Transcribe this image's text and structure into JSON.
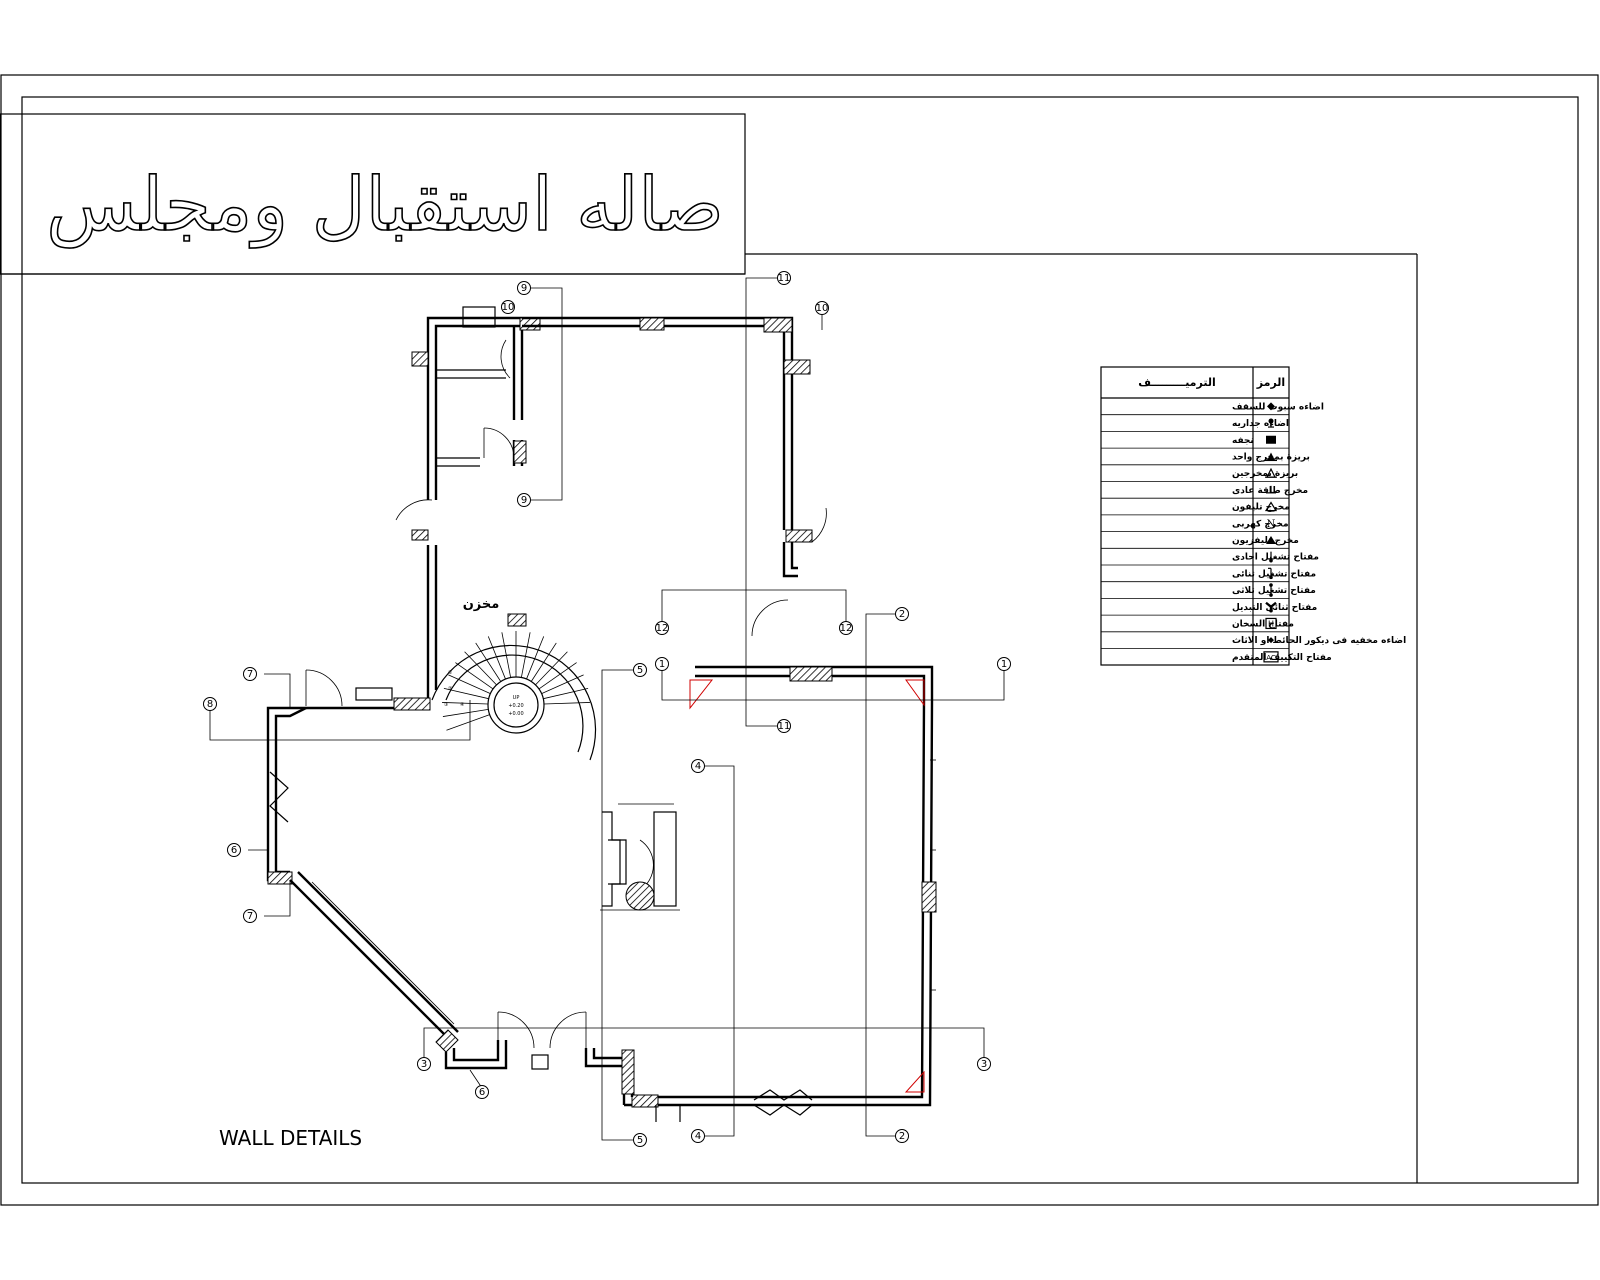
{
  "title": "صاله استقبال ومجلس",
  "subtitle": "WALL DETAILS",
  "room_label": "مخزن",
  "stair_labels": [
    "①",
    "②",
    "③",
    "④"
  ],
  "bubbles": [
    {
      "id": "b10a",
      "num": "10"
    },
    {
      "id": "b9a",
      "num": "9"
    },
    {
      "id": "b9b",
      "num": "9"
    },
    {
      "id": "b11a",
      "num": "11"
    },
    {
      "id": "b10b",
      "num": "10"
    },
    {
      "id": "b12a",
      "num": "12"
    },
    {
      "id": "b12b",
      "num": "12"
    },
    {
      "id": "b2a",
      "num": "2"
    },
    {
      "id": "b1a",
      "num": "1"
    },
    {
      "id": "b1b",
      "num": "1"
    },
    {
      "id": "b11b",
      "num": "11"
    },
    {
      "id": "b5a",
      "num": "5"
    },
    {
      "id": "b7a",
      "num": "7"
    },
    {
      "id": "b8",
      "num": "8"
    },
    {
      "id": "b4a",
      "num": "4"
    },
    {
      "id": "b6a",
      "num": "6"
    },
    {
      "id": "b7b",
      "num": "7"
    },
    {
      "id": "b3a",
      "num": "3"
    },
    {
      "id": "b3b",
      "num": "3"
    },
    {
      "id": "b6b",
      "num": "6"
    },
    {
      "id": "b5b",
      "num": "5"
    },
    {
      "id": "b4b",
      "num": "4"
    },
    {
      "id": "b2b",
      "num": "2"
    }
  ],
  "legend": {
    "header_symbol": "الرمز",
    "header_description": "الترميـــــــــف",
    "rows": [
      {
        "symbol": "ceiling-spot-icon",
        "desc": "اضاءه سبوت للسقف"
      },
      {
        "symbol": "wall-light-icon",
        "desc": "اضاءه جداريه"
      },
      {
        "symbol": "chandelier-icon",
        "desc": "نجفه"
      },
      {
        "symbol": "single-socket-icon",
        "desc": "بريزة بمخرج واحد"
      },
      {
        "symbol": "double-socket-icon",
        "desc": "بريزة بمخرجين"
      },
      {
        "symbol": "ordinary-power-outlet-icon",
        "desc": "مخرج طاقة عادى"
      },
      {
        "symbol": "phone-outlet-icon",
        "desc": "مخرج تليفون"
      },
      {
        "symbol": "electric-outlet-icon",
        "desc": "مخرج كهربى"
      },
      {
        "symbol": "tv-outlet-icon",
        "desc": "مخرج تليفزيون"
      },
      {
        "symbol": "single-switch-icon",
        "desc": "مفتاح تشغيل احادى"
      },
      {
        "symbol": "double-switch-icon",
        "desc": "مفتاح تشغيل ثنائى"
      },
      {
        "symbol": "triple-switch-icon",
        "desc": "مفتاح تشغيل ثلاثى"
      },
      {
        "symbol": "two-way-switch-icon",
        "desc": "مفتاح ثنائى التبديل"
      },
      {
        "symbol": "heater-switch-icon",
        "desc": "مفتاح السخان"
      },
      {
        "symbol": "decor-light-icon",
        "desc": "اضاءه مخفيه فى ديكور الحائط او الاثاث"
      },
      {
        "symbol": "ac-switch-icon",
        "desc": "مفتاح التكييف المتقدم"
      }
    ]
  },
  "legend_symbol_labels": {
    "electric_outlet": "N",
    "heater": "H",
    "ac": "AC"
  },
  "stair_center_text": [
    "UP",
    "+0.20",
    "+0.00"
  ]
}
